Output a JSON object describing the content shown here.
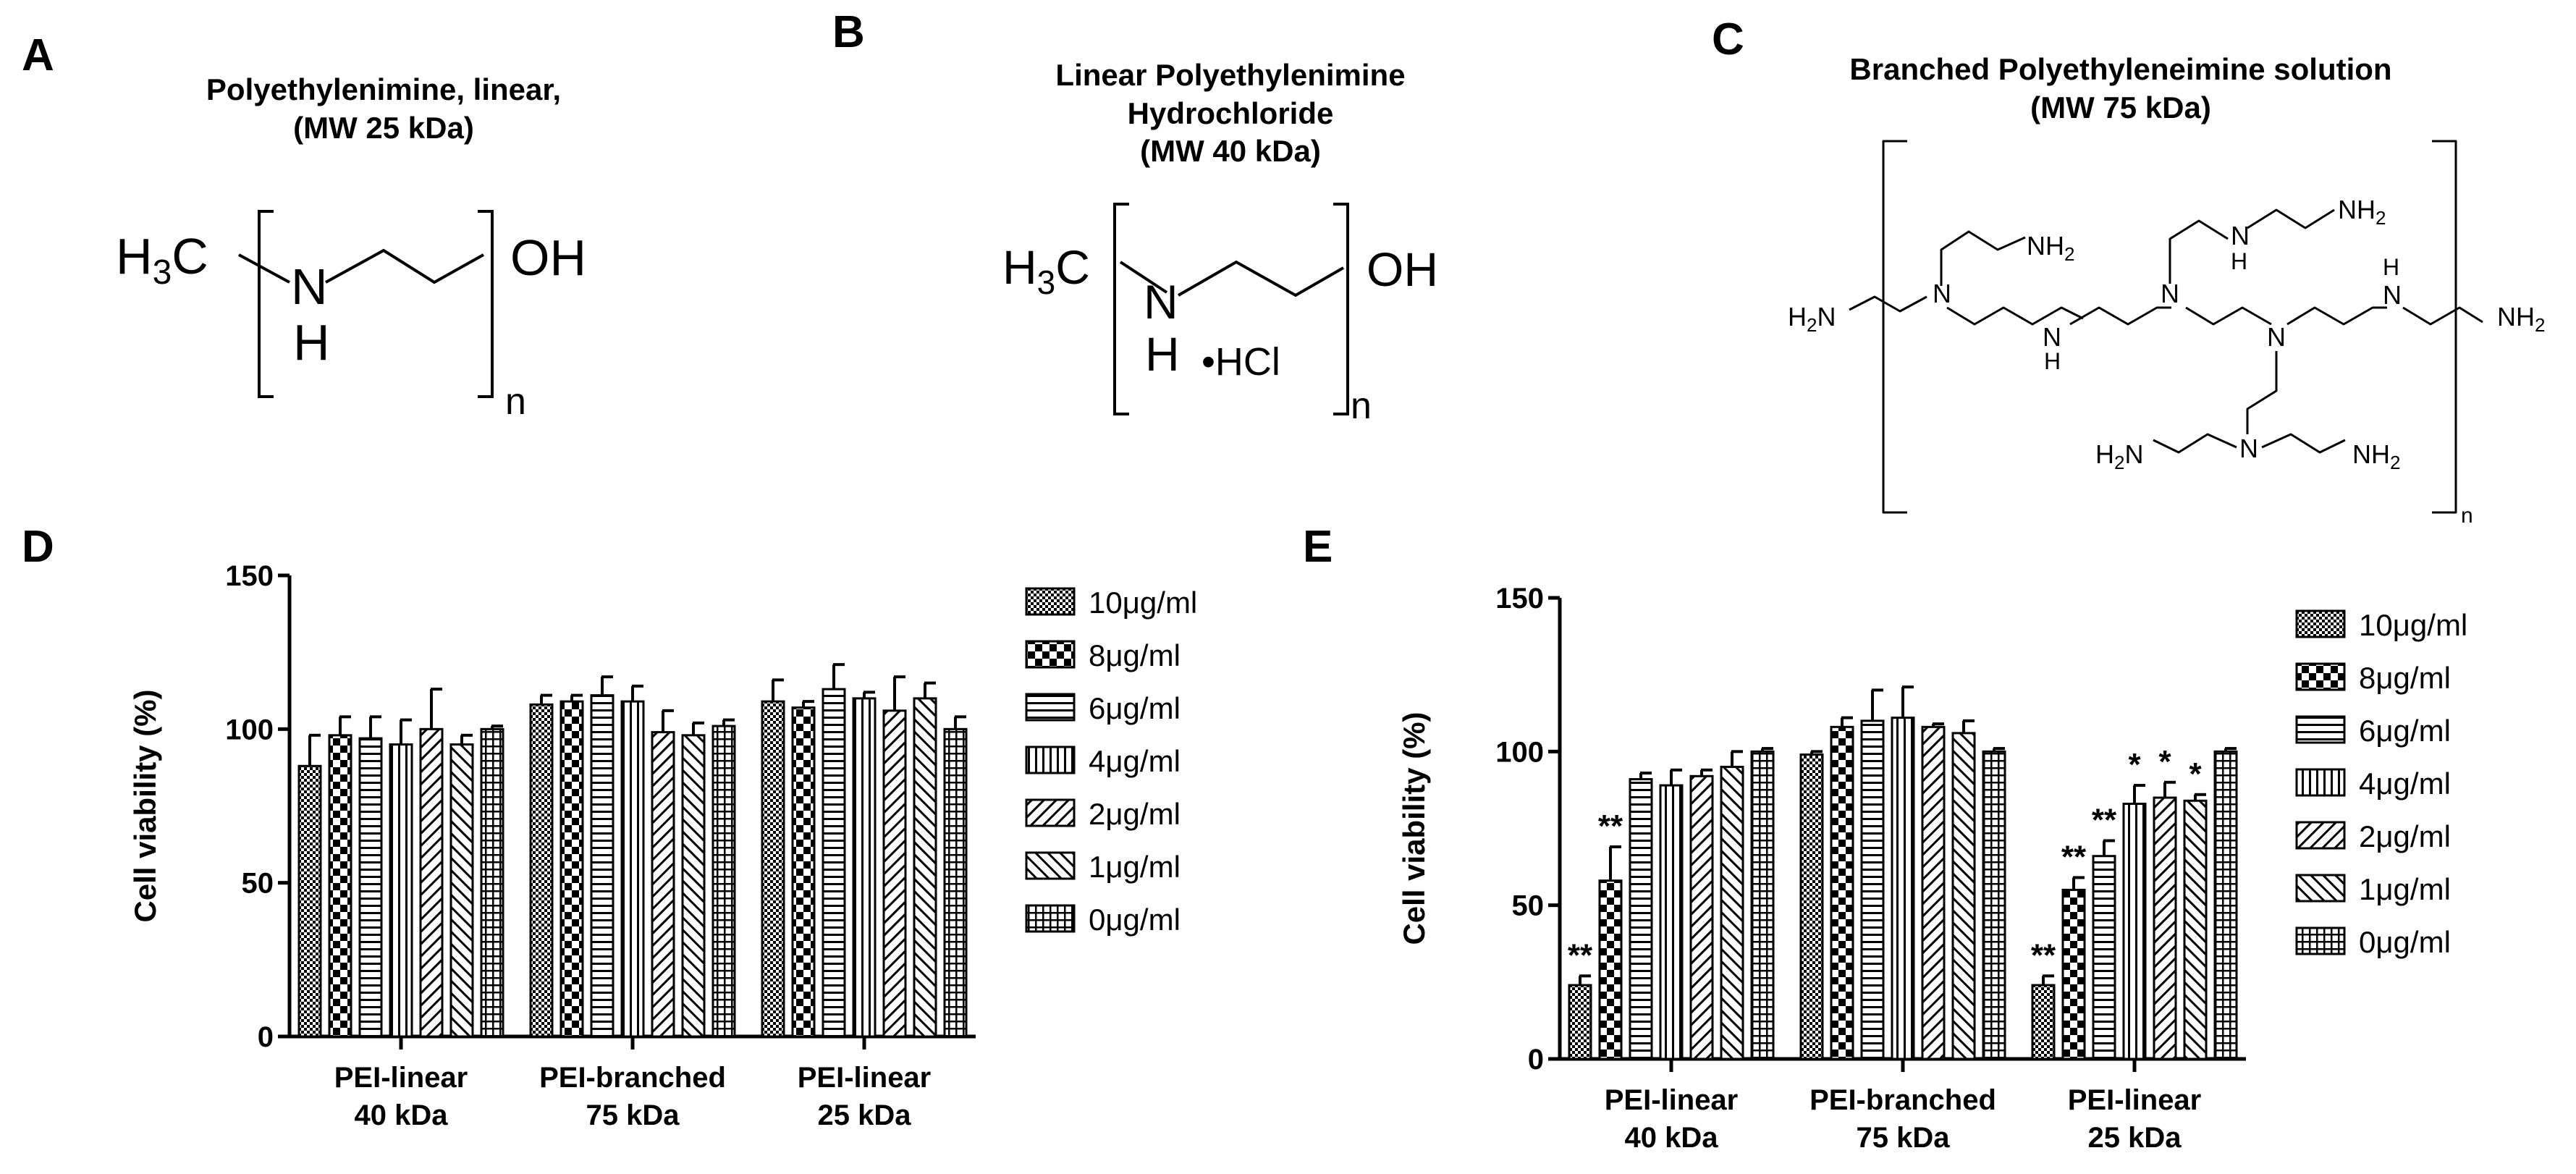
{
  "panels": {
    "A": {
      "letter": "A",
      "title_line1": "Polyethylenimine, linear,",
      "title_line2": "(MW 25 kDa)",
      "formula": {
        "left": "H3C",
        "nh_n": "N",
        "nh_h": "H",
        "right": "OH",
        "subscript": "n"
      }
    },
    "B": {
      "letter": "B",
      "title_line1": "Linear Polyethylenimine",
      "title_line2": "Hydrochloride",
      "title_line3": "(MW 40 kDa)",
      "formula": {
        "left": "H3C",
        "nh_n": "N",
        "nh_h": "H",
        "salt": "•HCl",
        "right": "OH",
        "subscript": "n"
      }
    },
    "C": {
      "letter": "C",
      "title_line1": "Branched Polyethyleneimine solution",
      "title_line2": "(MW 75 kDa)",
      "formula": {
        "nh2": "NH2",
        "h2n": "H2N",
        "n": "N",
        "h": "H",
        "subscript": "n"
      }
    },
    "D": {
      "letter": "D"
    },
    "E": {
      "letter": "E"
    }
  },
  "chart_data": [
    {
      "panel": "D",
      "type": "bar",
      "ylabel": "Cell viability (%)",
      "ylim": [
        0,
        150
      ],
      "yticks": [
        0,
        50,
        100,
        150
      ],
      "categories": [
        {
          "line1": "PEI-linear",
          "line2": "40 kDa"
        },
        {
          "line1": "PEI-branched",
          "line2": "75 kDa"
        },
        {
          "line1": "PEI-linear",
          "line2": "25 kDa"
        }
      ],
      "series": [
        {
          "name": "10μg/ml",
          "pattern": "checker",
          "values": [
            88,
            108,
            109
          ],
          "errors": [
            10,
            3,
            7
          ],
          "marks": [
            "",
            "",
            ""
          ]
        },
        {
          "name": "8μg/ml",
          "pattern": "bigchecker",
          "values": [
            98,
            109,
            107
          ],
          "errors": [
            6,
            2,
            2
          ],
          "marks": [
            "",
            "",
            ""
          ]
        },
        {
          "name": "6μg/ml",
          "pattern": "hlines",
          "values": [
            97,
            111,
            113
          ],
          "errors": [
            7,
            6,
            8
          ],
          "marks": [
            "",
            "",
            ""
          ]
        },
        {
          "name": "4μg/ml",
          "pattern": "vlines",
          "values": [
            95,
            109,
            110
          ],
          "errors": [
            8,
            5,
            2
          ],
          "marks": [
            "",
            "",
            ""
          ]
        },
        {
          "name": "2μg/ml",
          "pattern": "diag",
          "values": [
            100,
            99,
            106
          ],
          "errors": [
            13,
            7,
            11
          ],
          "marks": [
            "",
            "",
            ""
          ]
        },
        {
          "name": "1μg/ml",
          "pattern": "diag2",
          "values": [
            95,
            98,
            110
          ],
          "errors": [
            3,
            4,
            5
          ],
          "marks": [
            "",
            "",
            ""
          ]
        },
        {
          "name": "0μg/ml",
          "pattern": "grid",
          "values": [
            100,
            101,
            100
          ],
          "errors": [
            1,
            2,
            4
          ],
          "marks": [
            "",
            "",
            ""
          ]
        }
      ]
    },
    {
      "panel": "E",
      "type": "bar",
      "ylabel": "Cell viability (%)",
      "ylim": [
        0,
        150
      ],
      "yticks": [
        0,
        50,
        100,
        150
      ],
      "categories": [
        {
          "line1": "PEI-linear",
          "line2": "40 kDa"
        },
        {
          "line1": "PEI-branched",
          "line2": "75 kDa"
        },
        {
          "line1": "PEI-linear",
          "line2": "25 kDa"
        }
      ],
      "series": [
        {
          "name": "10μg/ml",
          "pattern": "checker",
          "values": [
            24,
            99,
            24
          ],
          "errors": [
            3,
            1,
            3
          ],
          "marks": [
            "**",
            "",
            "**"
          ]
        },
        {
          "name": "8μg/ml",
          "pattern": "bigchecker",
          "values": [
            58,
            108,
            55
          ],
          "errors": [
            11,
            3,
            4
          ],
          "marks": [
            "**",
            "",
            "**"
          ]
        },
        {
          "name": "6μg/ml",
          "pattern": "hlines",
          "values": [
            91,
            110,
            66
          ],
          "errors": [
            2,
            10,
            5
          ],
          "marks": [
            "",
            "",
            "**"
          ]
        },
        {
          "name": "4μg/ml",
          "pattern": "vlines",
          "values": [
            89,
            111,
            83
          ],
          "errors": [
            5,
            10,
            6
          ],
          "marks": [
            "",
            "",
            "*"
          ]
        },
        {
          "name": "2μg/ml",
          "pattern": "diag",
          "values": [
            92,
            108,
            85
          ],
          "errors": [
            2,
            1,
            5
          ],
          "marks": [
            "",
            "",
            "*"
          ]
        },
        {
          "name": "1μg/ml",
          "pattern": "diag2",
          "values": [
            95,
            106,
            84
          ],
          "errors": [
            5,
            4,
            2
          ],
          "marks": [
            "",
            "",
            "*"
          ]
        },
        {
          "name": "0μg/ml",
          "pattern": "grid",
          "values": [
            100,
            100,
            100
          ],
          "errors": [
            1,
            1,
            1
          ],
          "marks": [
            "",
            "",
            ""
          ]
        }
      ]
    }
  ]
}
